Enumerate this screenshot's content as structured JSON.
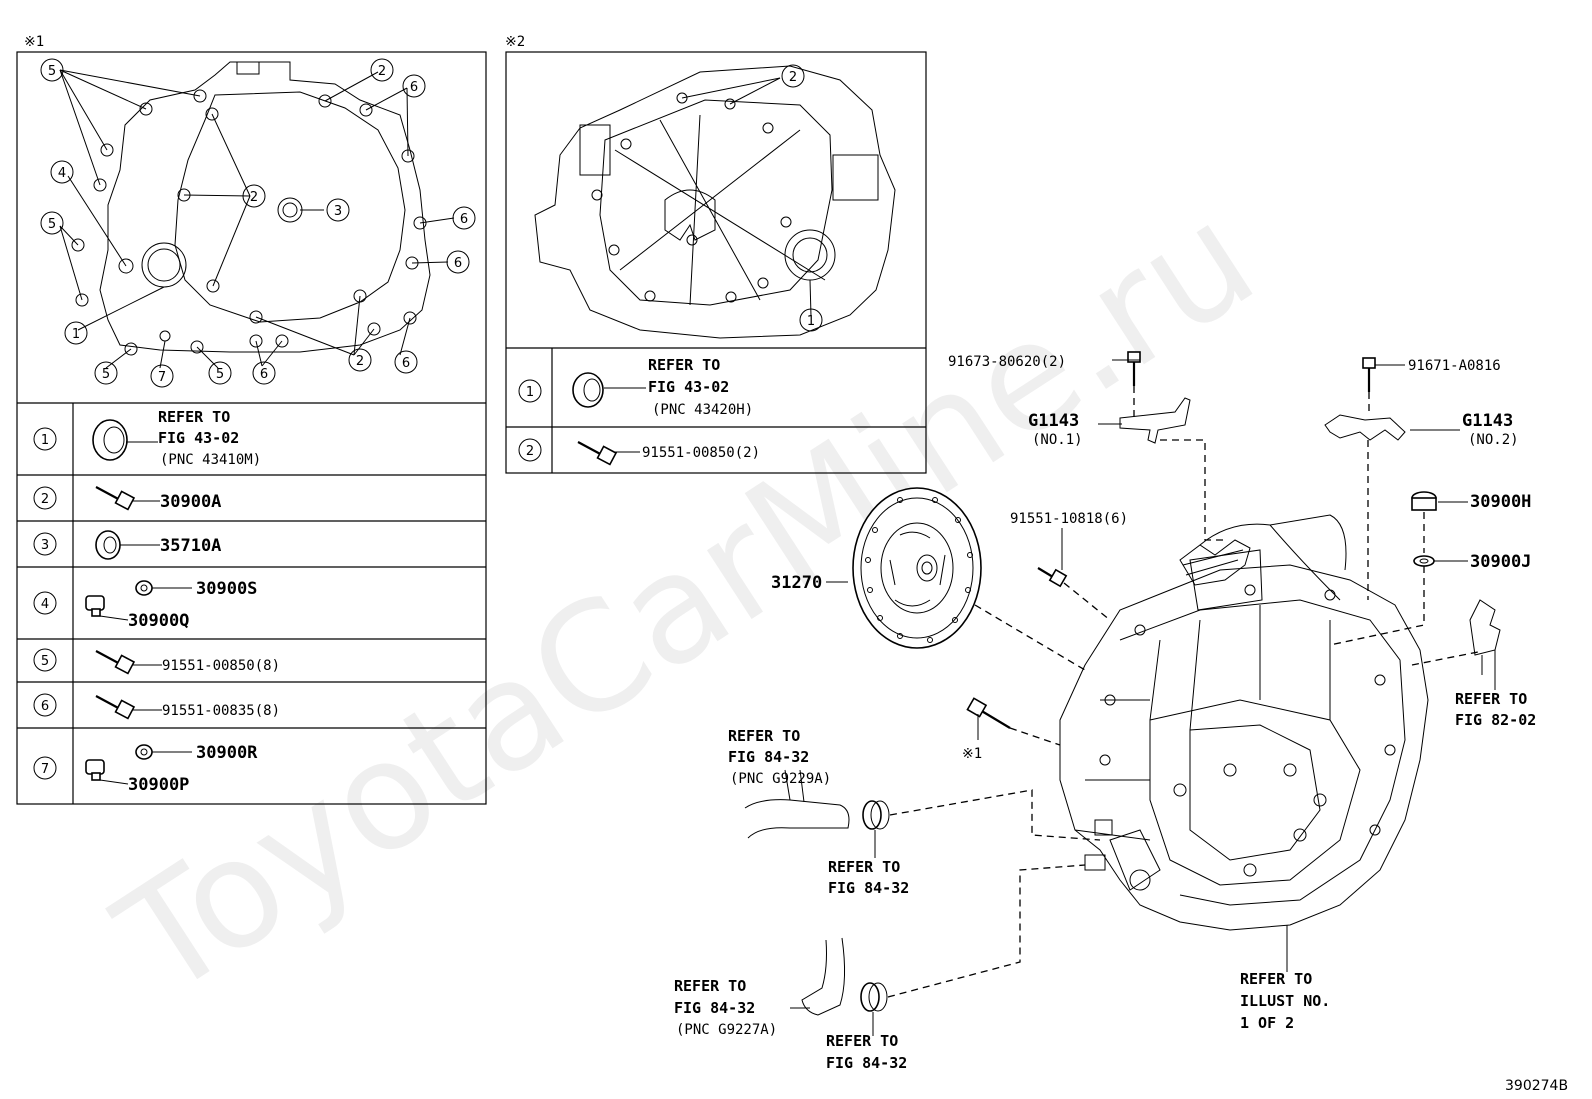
{
  "watermark": "ToyotaCarMine.ru",
  "figure_code": "390274B",
  "marks": {
    "note1": "※1",
    "note2": "※2"
  },
  "panel1": {
    "title": "※1",
    "callout_numbers": [
      "1",
      "2",
      "3",
      "4",
      "5",
      "6",
      "7"
    ],
    "rows": [
      {
        "idx": "1",
        "lines": [
          "REFER TO",
          "FIG 43-02",
          "(PNC 43410M)"
        ]
      },
      {
        "idx": "2",
        "part": "30900A"
      },
      {
        "idx": "3",
        "part": "35710A"
      },
      {
        "idx": "4",
        "parts": [
          "30900S",
          "30900Q"
        ]
      },
      {
        "idx": "5",
        "part": "91551-00850(8)"
      },
      {
        "idx": "6",
        "part": "91551-00835(8)"
      },
      {
        "idx": "7",
        "parts": [
          "30900R",
          "30900P"
        ]
      }
    ]
  },
  "panel2": {
    "title": "※2",
    "rows": [
      {
        "idx": "1",
        "lines": [
          "REFER TO",
          "FIG 43-02",
          "(PNC 43420H)"
        ]
      },
      {
        "idx": "2",
        "part": "91551-00850(2)"
      }
    ]
  },
  "main": {
    "bolt_g1143_no1": "91673-80620(2)",
    "bolt_g1143_no2": "91671-A0816",
    "g1143_no1": [
      "G1143",
      "(NO.1)"
    ],
    "g1143_no2": [
      "G1143",
      "(NO.2)"
    ],
    "bolt_6": "91551-10818(6)",
    "clutch_disc": "31270",
    "plug": "30900H",
    "gasket": "30900J",
    "ref_82_02": [
      "REFER TO",
      "FIG 82-02"
    ],
    "ref_hose1": [
      "REFER TO",
      "FIG 84-32",
      "(PNC G9229A)"
    ],
    "ref_clamp1": [
      "REFER TO",
      "FIG 84-32"
    ],
    "ref_hose2": [
      "REFER TO",
      "FIG 84-32",
      "(PNC G9227A)"
    ],
    "ref_clamp2": [
      "REFER TO",
      "FIG 84-32"
    ],
    "ref_illust": [
      "REFER TO",
      "ILLUST NO.",
      "1 OF 2"
    ],
    "note_ref": "※1"
  }
}
